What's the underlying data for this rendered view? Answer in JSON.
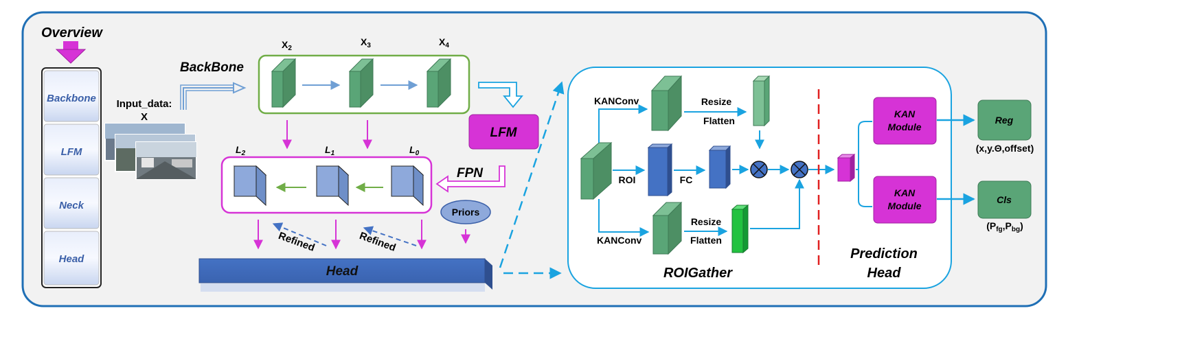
{
  "overview": {
    "title": "Overview",
    "stack": [
      "Backbone",
      "LFM",
      "Neck",
      "Head"
    ]
  },
  "input": {
    "line1": "Input_data:",
    "line2": "X"
  },
  "backbone": {
    "label": "BackBone",
    "stages": [
      {
        "base": "X",
        "sub": "2"
      },
      {
        "base": "X",
        "sub": "3"
      },
      {
        "base": "X",
        "sub": "4"
      }
    ]
  },
  "lfm": {
    "label": "LFM"
  },
  "fpn": {
    "label": "FPN",
    "levels": [
      {
        "base": "L",
        "sub": "2"
      },
      {
        "base": "L",
        "sub": "1"
      },
      {
        "base": "L",
        "sub": "0"
      }
    ]
  },
  "priors": {
    "label": "Priors"
  },
  "refined": [
    "Refined",
    "Refined"
  ],
  "head": {
    "label": "Head"
  },
  "roigather": {
    "title": "ROIGather",
    "kanconv_top": "KANConv",
    "kanconv_bottom": "KANConv",
    "roi": "ROI",
    "fc": "FC",
    "resize_top": "Resize",
    "flatten_top": "Flatten",
    "resize_bottom": "Resize",
    "flatten_bottom": "Flatten"
  },
  "prediction_head": {
    "title_line1": "Prediction",
    "title_line2": "Head",
    "kan_top": [
      "KAN",
      "Module"
    ],
    "kan_bottom": [
      "KAN",
      "Module"
    ]
  },
  "outputs": {
    "reg": {
      "label": "Reg",
      "caption": "(x,y.Θ,offset)"
    },
    "cls": {
      "label": "Cls",
      "caption_open": "(P",
      "sub1": "fg",
      "comma": ",P",
      "sub2": "bg",
      "caption_close": ")"
    }
  },
  "colors": {
    "frame": "#1f6fb5",
    "green": "#5aa577",
    "blue_box": "#4472c4",
    "light_blue": "#8ea9db",
    "magenta": "#d633d6",
    "cyan": "#1aa3e0",
    "teal_arrow": "#6f9fd4",
    "red": "#e02020"
  }
}
